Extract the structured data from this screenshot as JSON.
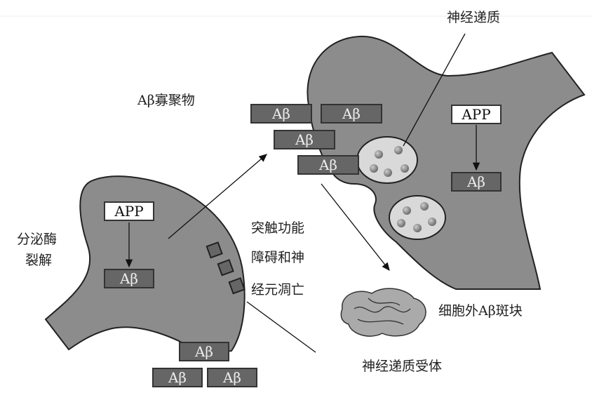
{
  "labels": {
    "oligomer": "Aβ寡聚物",
    "neurotransmitter": "神经递质",
    "secretase_line1": "分泌酶",
    "secretase_line2": "裂解",
    "synapse_line1": "突触功能",
    "synapse_line2": "障碍和神",
    "synapse_line3": "经元凋亡",
    "plaque": "细胞外Aβ斑块",
    "receptor": "神经递质受体"
  },
  "boxes": {
    "ab": "Aβ",
    "app": "APP"
  },
  "colors": {
    "neuron_fill": "#8c8c8c",
    "ab_box": "#666666",
    "vesicle": "#d9d9d9"
  }
}
